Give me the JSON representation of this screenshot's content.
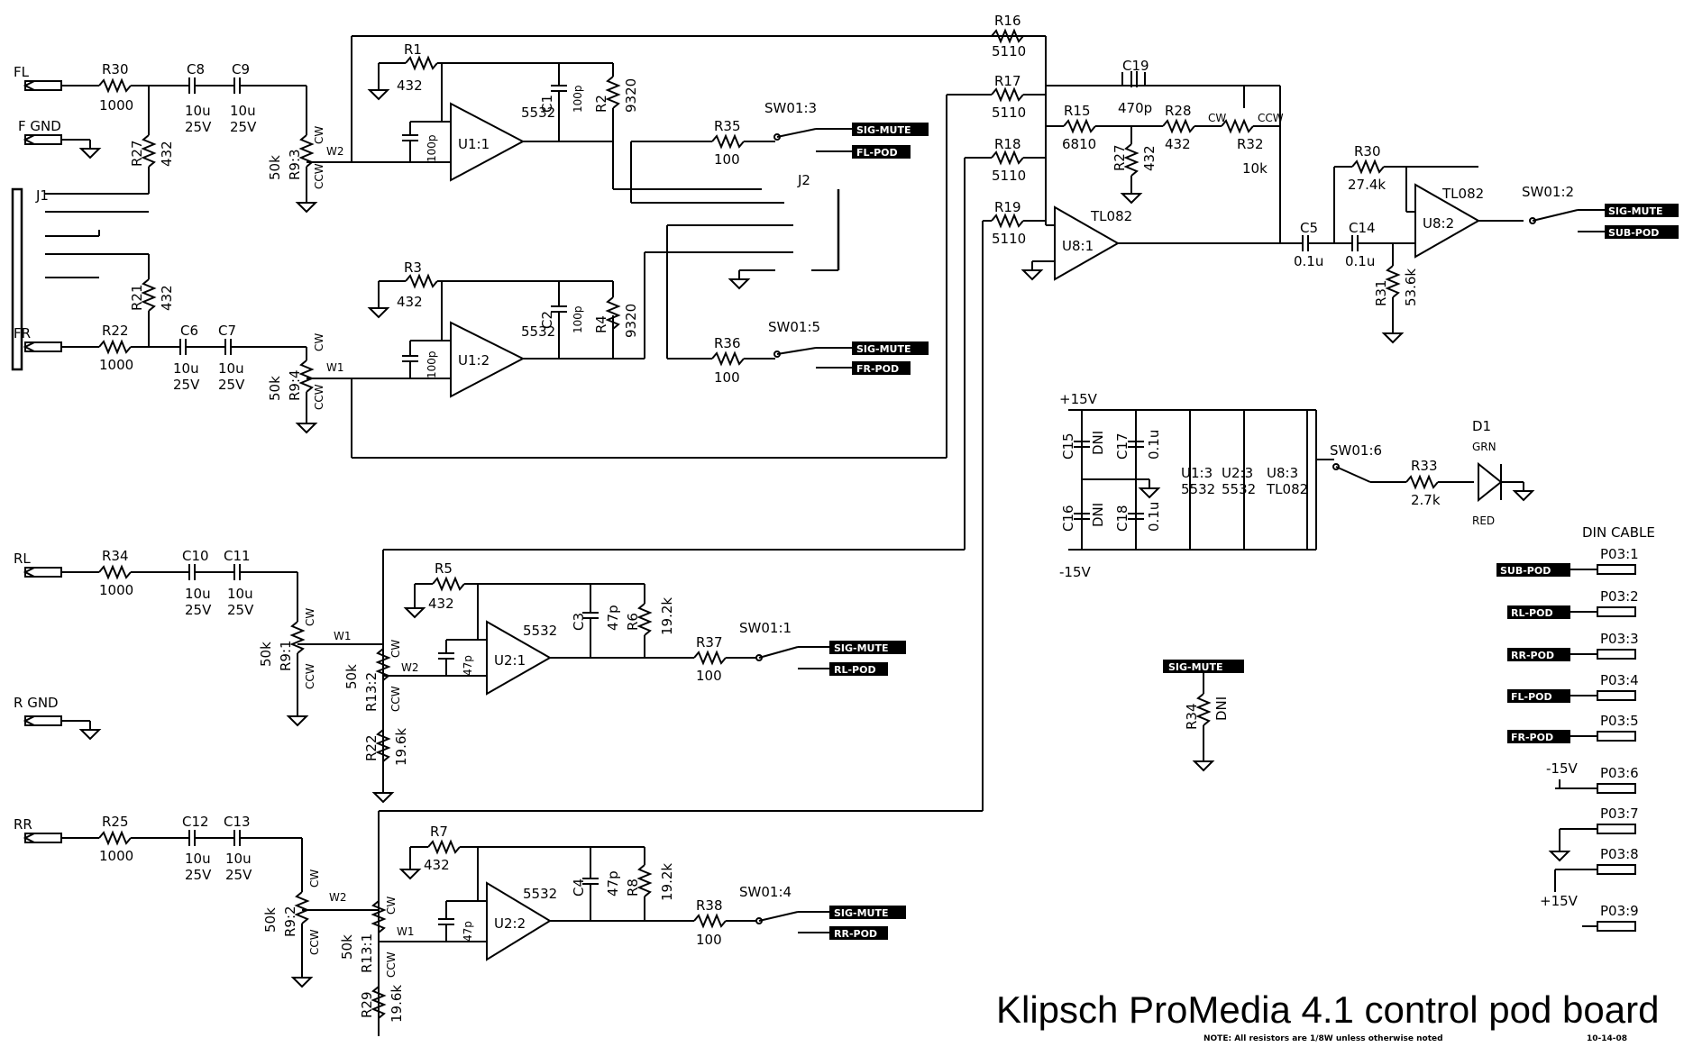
{
  "title": "Klipsch ProMedia 4.1 control pod board",
  "note": "NOTE: All resistors are 1/8W unless otherwise noted",
  "date": "10-14-08",
  "din_cable": "DIN CABLE",
  "input_labels": {
    "fl": "FL",
    "fgnd": "F GND",
    "fr": "FR",
    "rl": "RL",
    "rgnd": "R GND",
    "rr": "RR"
  },
  "resistors": [
    {
      "ref": "R30",
      "val": "1000"
    },
    {
      "ref": "R22",
      "val": "1000"
    },
    {
      "ref": "R34",
      "val": "1000"
    },
    {
      "ref": "R25",
      "val": "1000"
    },
    {
      "ref": "R27",
      "val": "432"
    },
    {
      "ref": "R21",
      "val": "432"
    },
    {
      "ref": "R1",
      "val": "432"
    },
    {
      "ref": "R3",
      "val": "432"
    },
    {
      "ref": "R5",
      "val": "432"
    },
    {
      "ref": "R7",
      "val": "432"
    },
    {
      "ref": "R2",
      "val": "9320"
    },
    {
      "ref": "R4",
      "val": "9320"
    },
    {
      "ref": "R6",
      "val": "19.2k"
    },
    {
      "ref": "R8",
      "val": "19.2k"
    },
    {
      "ref": "R35",
      "val": "100"
    },
    {
      "ref": "R36",
      "val": "100"
    },
    {
      "ref": "R37",
      "val": "100"
    },
    {
      "ref": "R38",
      "val": "100"
    },
    {
      "ref": "R16",
      "val": "5110"
    },
    {
      "ref": "R17",
      "val": "5110"
    },
    {
      "ref": "R18",
      "val": "5110"
    },
    {
      "ref": "R19",
      "val": "5110"
    },
    {
      "ref": "R15",
      "val": "6810"
    },
    {
      "ref": "R27",
      "val": "432"
    },
    {
      "ref": "R28",
      "val": "432"
    },
    {
      "ref": "R30",
      "val": "27.4k"
    },
    {
      "ref": "R31",
      "val": "53.6k"
    },
    {
      "ref": "R33",
      "val": "2.7k"
    },
    {
      "ref": "R22",
      "val": "19.6k"
    },
    {
      "ref": "R29",
      "val": "19.6k"
    },
    {
      "ref": "R34",
      "val": "DNI"
    }
  ],
  "caps": [
    {
      "ref": "C8",
      "val": "10u",
      "v": "25V"
    },
    {
      "ref": "C9",
      "val": "10u",
      "v": "25V"
    },
    {
      "ref": "C6",
      "val": "10u",
      "v": "25V"
    },
    {
      "ref": "C7",
      "val": "10u",
      "v": "25V"
    },
    {
      "ref": "C10",
      "val": "10u",
      "v": "25V"
    },
    {
      "ref": "C11",
      "val": "10u",
      "v": "25V"
    },
    {
      "ref": "C12",
      "val": "10u",
      "v": "25V"
    },
    {
      "ref": "C13",
      "val": "10u",
      "v": "25V"
    },
    {
      "ref": "C1",
      "val": "100p"
    },
    {
      "ref": "C2",
      "val": "100p"
    },
    {
      "ref": "C3",
      "val": "47p"
    },
    {
      "ref": "C4",
      "val": "47p"
    },
    {
      "ref": "C19",
      "val": "470p"
    },
    {
      "ref": "C5",
      "val": "0.1u"
    },
    {
      "ref": "C14",
      "val": "0.1u"
    },
    {
      "ref": "C15",
      "val": "DNI"
    },
    {
      "ref": "C17",
      "val": "0.1u"
    },
    {
      "ref": "C16",
      "val": "DNI"
    },
    {
      "ref": "C18",
      "val": "0.1u"
    }
  ],
  "opamps": [
    {
      "ref": "U1:1",
      "part": "5532"
    },
    {
      "ref": "U1:2",
      "part": "5532"
    },
    {
      "ref": "U2:1",
      "part": "5532"
    },
    {
      "ref": "U2:2",
      "part": "5532"
    },
    {
      "ref": "U8:1",
      "part": "TL082"
    },
    {
      "ref": "U8:2",
      "part": "TL082"
    }
  ],
  "pots": [
    {
      "ref": "R9:3",
      "val": "50k"
    },
    {
      "ref": "R9:4",
      "val": "50k"
    },
    {
      "ref": "R9:1",
      "val": "50k"
    },
    {
      "ref": "R9:2",
      "val": "50k"
    },
    {
      "ref": "R13:2",
      "val": "50k"
    },
    {
      "ref": "R13:1",
      "val": "50k"
    },
    {
      "ref": "R32",
      "val": "10k"
    }
  ],
  "switches": [
    "SW01:3",
    "SW01:5",
    "SW01:1",
    "SW01:4",
    "SW01:2",
    "SW01:6"
  ],
  "jacks": [
    "J1",
    "J2"
  ],
  "tags": [
    "SIG-MUTE",
    "FL-POD",
    "FR-POD",
    "RL-POD",
    "RR-POD",
    "SUB-POD"
  ],
  "pot_pins": {
    "cw": "CW",
    "ccw": "CCW",
    "w1": "W1",
    "w2": "W2"
  },
  "power": {
    "pos": "+15V",
    "neg": "-15V",
    "u13": "U1:3",
    "u13p": "5532",
    "u23": "U2:3",
    "u23p": "5532",
    "u83": "U8:3",
    "u83p": "TL082"
  },
  "led": {
    "ref": "D1",
    "grn": "GRN",
    "red": "RED"
  },
  "din": [
    {
      "pin": "P03:1",
      "net": "SUB-POD"
    },
    {
      "pin": "P03:2",
      "net": "RL-POD"
    },
    {
      "pin": "P03:3",
      "net": "RR-POD"
    },
    {
      "pin": "P03:4",
      "net": "FL-POD"
    },
    {
      "pin": "P03:5",
      "net": "FR-POD"
    },
    {
      "pin": "P03:6",
      "net": "-15V"
    },
    {
      "pin": "P03:7",
      "net": ""
    },
    {
      "pin": "P03:8",
      "net": "+15V"
    },
    {
      "pin": "P03:9",
      "net": ""
    }
  ]
}
